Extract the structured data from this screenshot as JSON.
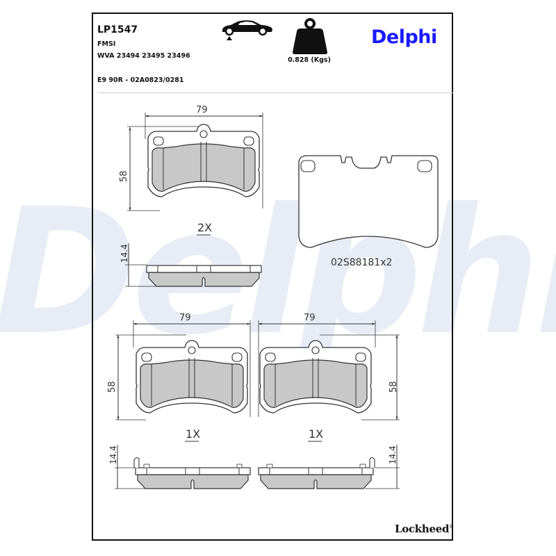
{
  "header": {
    "part_number": "LP1547",
    "fmsi_label": "FMSI",
    "wva": "WVA 23494 23495 23496",
    "approval": "E9 90R - 02A0823/0281",
    "weight": "0.828 (Kgs)",
    "brand": "Delphi",
    "icons": [
      "car-on-lift-icon",
      "weight-icon"
    ]
  },
  "drawings": {
    "top_pad": {
      "width_dim": "79",
      "height_dim": "58",
      "quantity": "2X",
      "thickness_dim": "14.4"
    },
    "backplate": {
      "label": "02S88181x2"
    },
    "bottom_left_pad": {
      "width_dim": "79",
      "height_dim": "58",
      "quantity": "1X",
      "thickness_dim": "14.4"
    },
    "bottom_right_pad": {
      "width_dim": "79",
      "height_dim": "58",
      "quantity": "1X",
      "thickness_dim": "14.4"
    }
  },
  "footer": {
    "brand": "Lockheed",
    "registered": "®"
  },
  "watermark": {
    "text": "Delphi",
    "color": "#e8edf5"
  },
  "colors": {
    "brand_blue": "#1a1aff",
    "pad_fill": "#c8c8c8",
    "line": "#333333"
  }
}
